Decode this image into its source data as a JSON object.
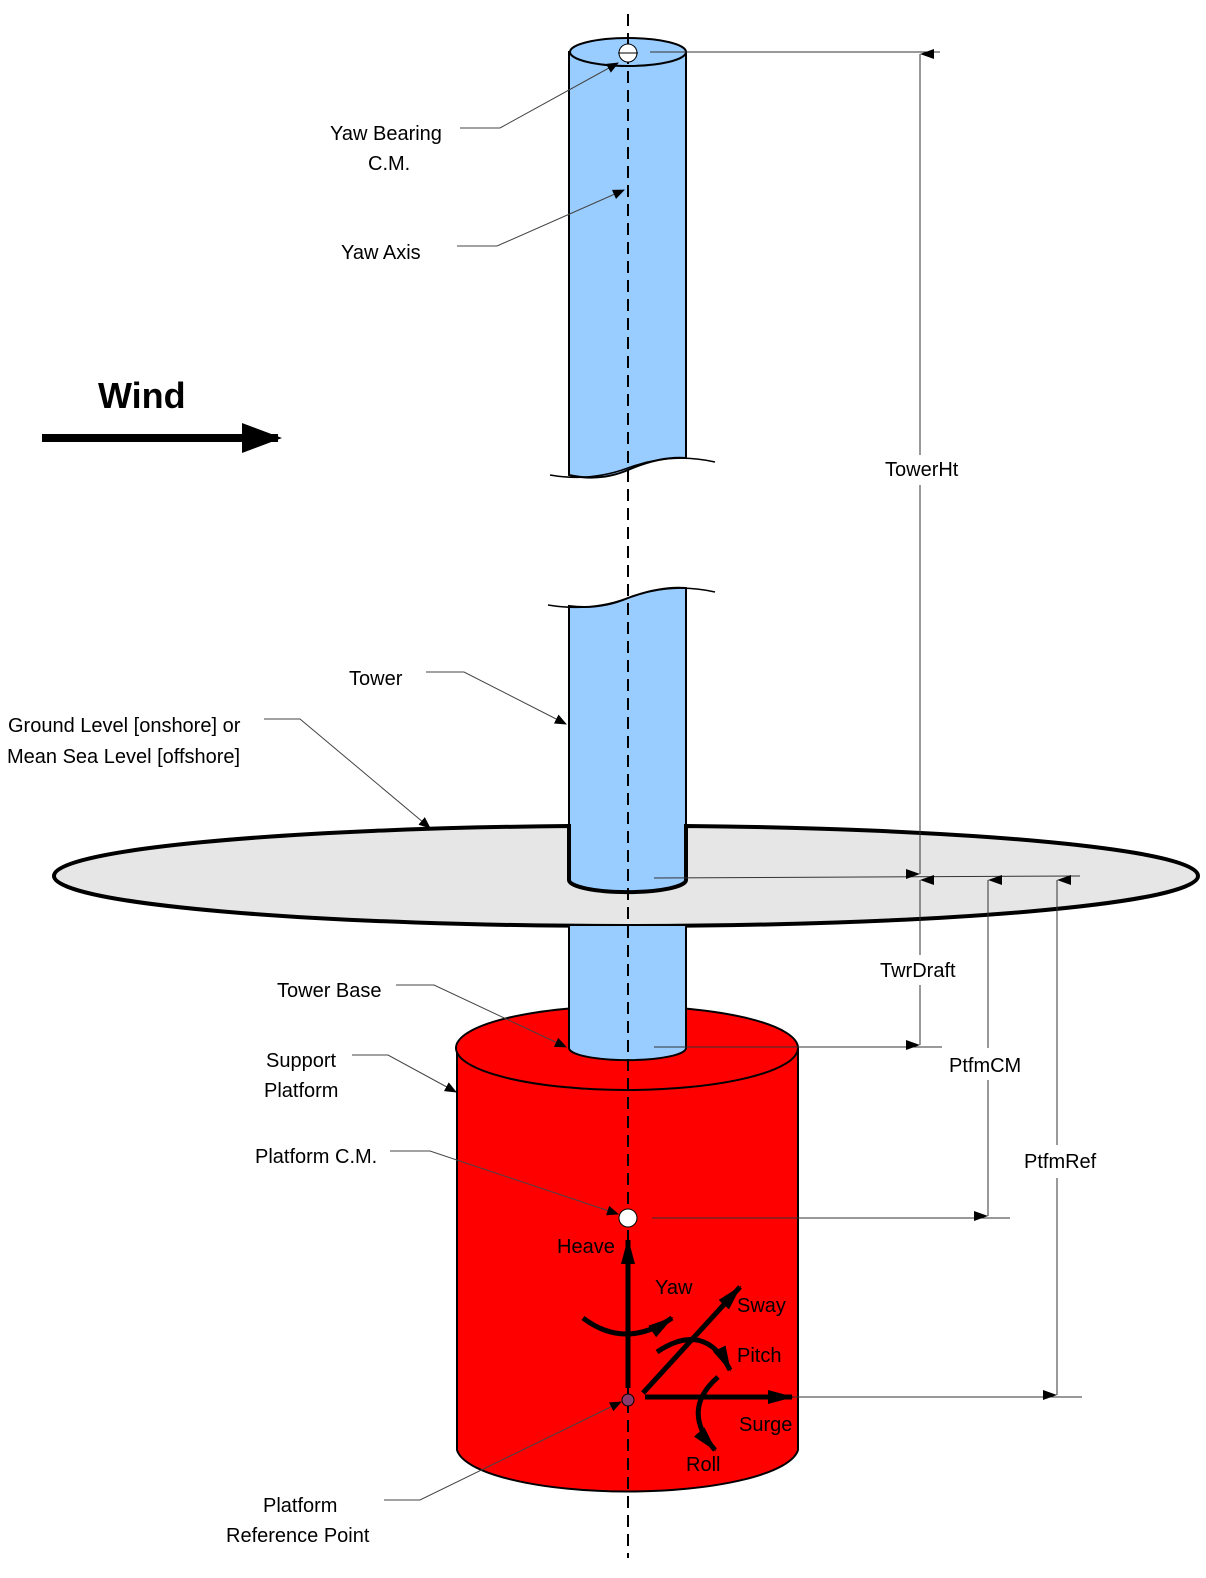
{
  "wind": {
    "label": "Wind"
  },
  "labels": {
    "yaw_bearing_1": "Yaw Bearing",
    "yaw_bearing_2": "C.M.",
    "yaw_axis": "Yaw Axis",
    "tower": "Tower",
    "ground_1": "Ground Level [onshore] or",
    "ground_2": "Mean Sea Level [offshore]",
    "tower_base": "Tower Base",
    "support_1": "Support",
    "support_2": "Platform",
    "platform_cm": "Platform C.M.",
    "ref_1": "Platform",
    "ref_2": "Reference Point"
  },
  "dimensions": {
    "tower_ht": "TowerHt",
    "twr_draft": "TwrDraft",
    "ptfm_cm": "PtfmCM",
    "ptfm_ref": "PtfmRef"
  },
  "dof": {
    "heave": "Heave",
    "yaw": "Yaw",
    "sway": "Sway",
    "pitch": "Pitch",
    "surge": "Surge",
    "roll": "Roll"
  },
  "colors": {
    "tower": "#99ccff",
    "platform": "#ff0000",
    "ground": "#e6e6e6"
  }
}
